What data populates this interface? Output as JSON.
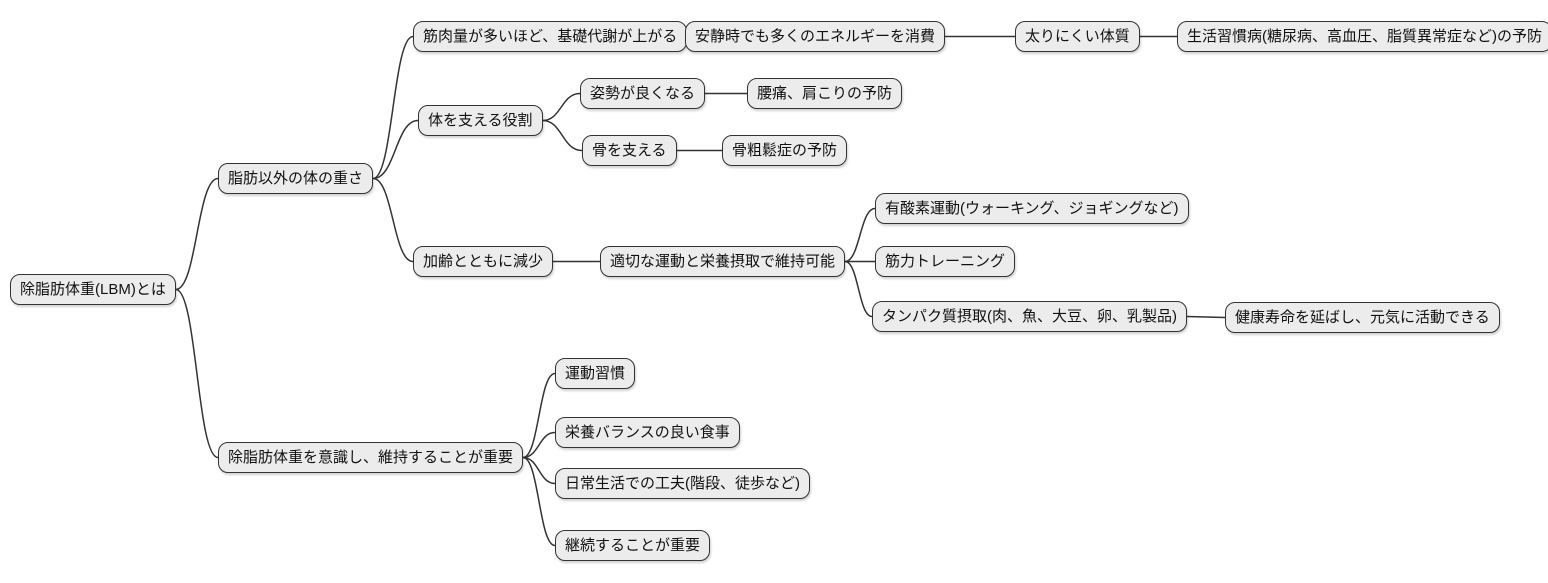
{
  "diagram": {
    "type": "mindmap",
    "colors": {
      "bg": "#ffffff",
      "node_fill": "#ececec",
      "node_border": "#333333",
      "edge": "#333333",
      "text": "#111111"
    }
  },
  "nodes": {
    "root": {
      "label": "除脂肪体重(LBM)とは"
    },
    "a": {
      "label": "脂肪以外の体の重さ"
    },
    "a1": {
      "label": "筋肉量が多いほど、基礎代謝が上がる"
    },
    "a1a": {
      "label": "安静時でも多くのエネルギーを消費"
    },
    "a1b": {
      "label": "太りにくい体質"
    },
    "a1c": {
      "label": "生活習慣病(糖尿病、高血圧、脂質異常症など)の予防"
    },
    "a2": {
      "label": "体を支える役割"
    },
    "a2a": {
      "label": "姿勢が良くなる"
    },
    "a2a1": {
      "label": "腰痛、肩こりの予防"
    },
    "a2b": {
      "label": "骨を支える"
    },
    "a2b1": {
      "label": "骨粗鬆症の予防"
    },
    "a3": {
      "label": "加齢とともに減少"
    },
    "a3x": {
      "label": "適切な運動と栄養摂取で維持可能"
    },
    "a3xa": {
      "label": "有酸素運動(ウォーキング、ジョギングなど)"
    },
    "a3xb": {
      "label": "筋力トレーニング"
    },
    "a3xc": {
      "label": "タンパク質摂取(肉、魚、大豆、卵、乳製品)"
    },
    "a3xc1": {
      "label": "健康寿命を延ばし、元気に活動できる"
    },
    "b": {
      "label": "除脂肪体重を意識し、維持することが重要"
    },
    "b1": {
      "label": "運動習慣"
    },
    "b2": {
      "label": "栄養バランスの良い食事"
    },
    "b3": {
      "label": "日常生活での工夫(階段、徒歩など)"
    },
    "b4": {
      "label": "継続することが重要"
    }
  },
  "edges": [
    {
      "from": "root",
      "to": "a"
    },
    {
      "from": "root",
      "to": "b"
    },
    {
      "from": "a",
      "to": "a1"
    },
    {
      "from": "a",
      "to": "a2"
    },
    {
      "from": "a",
      "to": "a3"
    },
    {
      "from": "a1",
      "to": "a1a"
    },
    {
      "from": "a1a",
      "to": "a1b"
    },
    {
      "from": "a1b",
      "to": "a1c"
    },
    {
      "from": "a2",
      "to": "a2a"
    },
    {
      "from": "a2",
      "to": "a2b"
    },
    {
      "from": "a2a",
      "to": "a2a1"
    },
    {
      "from": "a2b",
      "to": "a2b1"
    },
    {
      "from": "a3",
      "to": "a3x"
    },
    {
      "from": "a3x",
      "to": "a3xa"
    },
    {
      "from": "a3x",
      "to": "a3xb"
    },
    {
      "from": "a3x",
      "to": "a3xc"
    },
    {
      "from": "a3xc",
      "to": "a3xc1"
    },
    {
      "from": "b",
      "to": "b1"
    },
    {
      "from": "b",
      "to": "b2"
    },
    {
      "from": "b",
      "to": "b3"
    },
    {
      "from": "b",
      "to": "b4"
    }
  ]
}
